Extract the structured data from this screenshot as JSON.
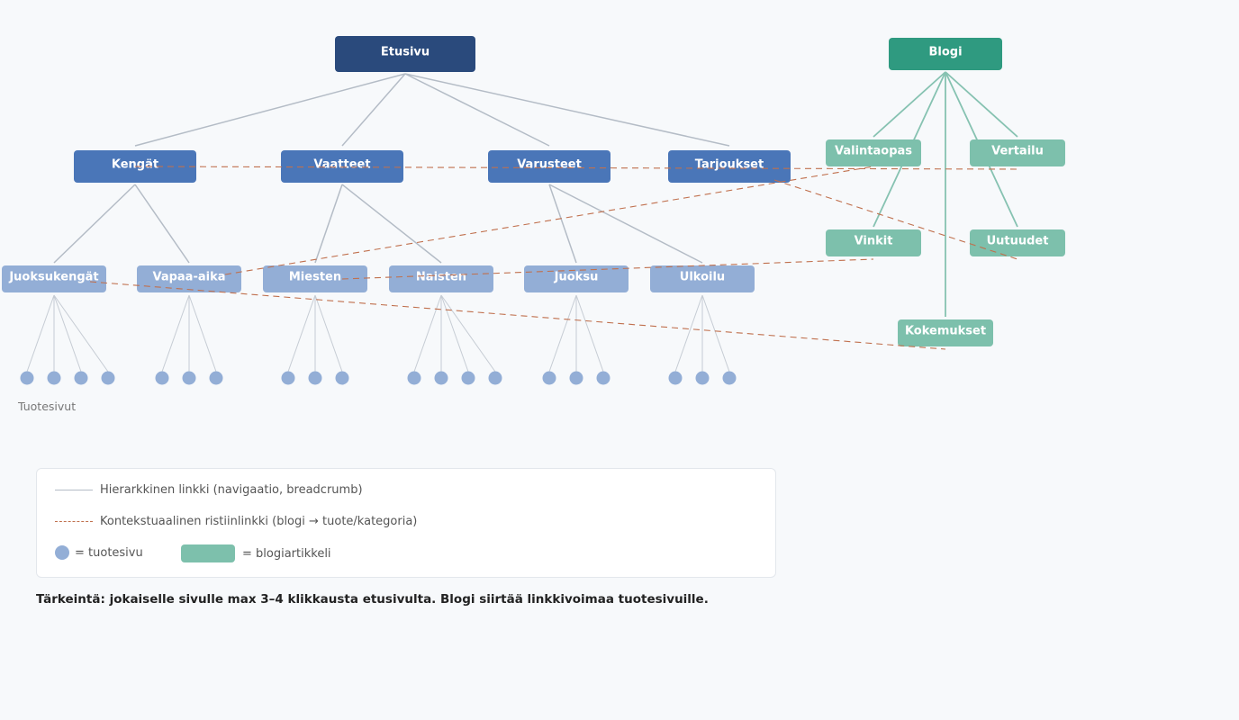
{
  "colors": {
    "root": "#2a4a7c",
    "category": "#4a76b8",
    "subcategory": "#93aed6",
    "blog_root": "#2f9a80",
    "blog": "#7dc0ac",
    "tree_line": "#b4bcc6",
    "blog_line": "#86c2b1",
    "cross_link": "#c0704e"
  },
  "nodes": {
    "etusivu": "Etusivu",
    "kengat": "Kengät",
    "vaatteet": "Vaatteet",
    "varusteet": "Varusteet",
    "tarjoukset": "Tarjoukset",
    "juoksukengat": "Juoksukengät",
    "vapaa_aika": "Vapaa-aika",
    "miesten": "Miesten",
    "naisten": "Naisten",
    "juoksu": "Juoksu",
    "ulkoilu": "Ulkoilu",
    "blogi": "Blogi",
    "valintaopas": "Valintaopas",
    "vertailu": "Vertailu",
    "vinkit": "Vinkit",
    "uutuudet": "Uutuudet",
    "kokemukset": "Kokemukset"
  },
  "product_pages_label": "Tuotesivut",
  "product_page_counts": [
    4,
    3,
    3,
    4,
    3,
    3
  ],
  "legend": {
    "hierarchical": "Hierarkkinen linkki (navigaatio, breadcrumb)",
    "contextual": "Kontekstuaalinen ristiinlinkki (blogi → tuote/kategoria)",
    "product_page": "= tuotesivu",
    "blog_article": "= blogiartikkeli"
  },
  "summary": "Tärkeintä: jokaiselle sivulle max 3–4 klikkausta etusivulta. Blogi siirtää linkkivoimaa tuotesivuille."
}
